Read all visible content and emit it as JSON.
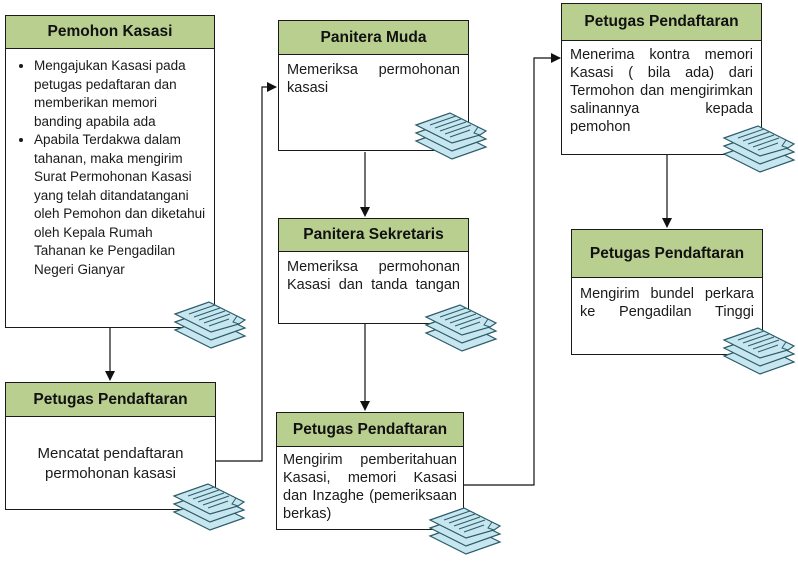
{
  "boxes": {
    "pemohon": {
      "title": "Pemohon Kasasi",
      "items": [
        "Mengajukan Kasasi pada petugas pedaftaran dan memberikan memori banding apabila ada",
        "Apabila Terdakwa dalam tahanan, maka mengirim Surat Permohonan Kasasi yang telah ditandatangani oleh Pemohon dan diketahui oleh Kepala Rumah Tahanan ke Pengadilan Negeri Gianyar"
      ]
    },
    "petugas1": {
      "title": "Petugas Pendaftaran",
      "text": "Mencatat pendaftaran permohonan kasasi"
    },
    "panitera_muda": {
      "title": "Panitera Muda",
      "text": "Memeriksa permohonan kasasi"
    },
    "panitera_sekretaris": {
      "title": "Panitera Sekretaris",
      "text": "Memeriksa permohonan Kasasi dan tanda tangan"
    },
    "petugas2": {
      "title": "Petugas Pendaftaran",
      "text": "Mengirim pemberitahuan Kasasi, memori Kasasi dan Inzaghe (pemeriksaan berkas)"
    },
    "petugas3": {
      "title": "Petugas Pendaftaran",
      "text": "Menerima kontra memori Kasasi ( bila ada) dari Termohon dan mengirimkan salinannya kepada pemohon"
    },
    "petugas4": {
      "title": "Petugas Pendaftaran",
      "text": "Mengirim bundel perkara ke Pengadilan Tinggi"
    }
  },
  "colors": {
    "header_fill": "#b9cf8f",
    "document_fill": "#c7e6ef",
    "document_stroke": "#2a5c6a",
    "line": "#1a1a1a"
  },
  "icons": {
    "document_stack": "stacked-documents-icon"
  }
}
